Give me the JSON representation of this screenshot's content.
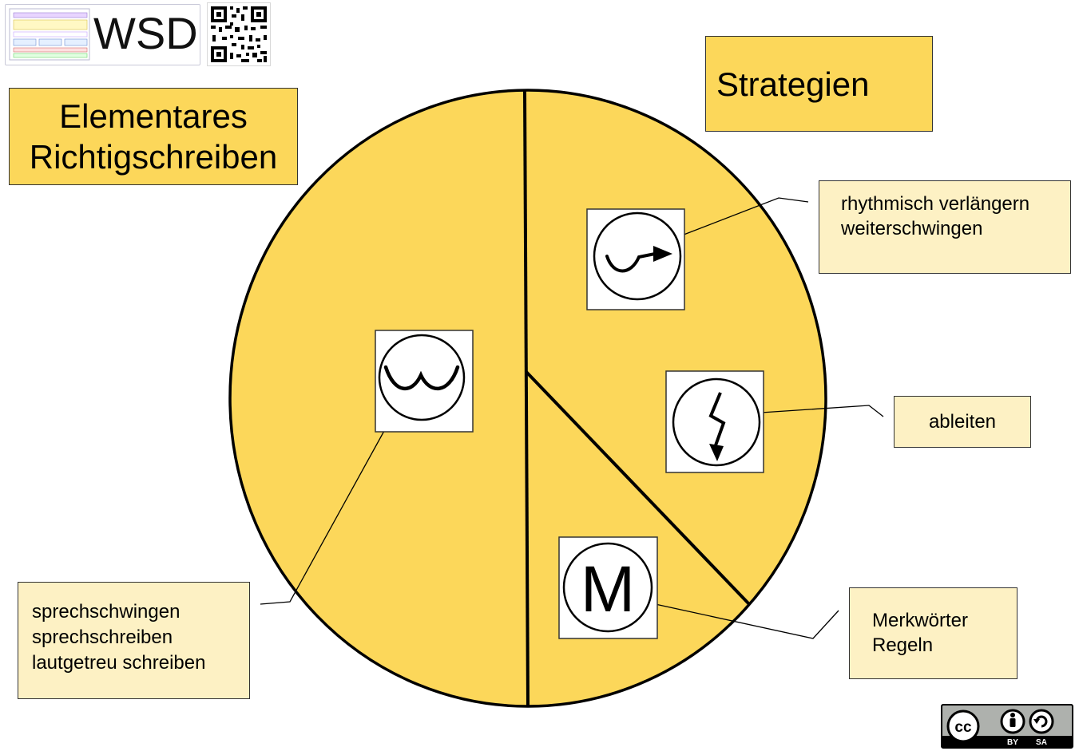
{
  "logo": {
    "text": "WSD"
  },
  "left_title": {
    "lines": [
      "Elementares",
      "Richtigschreiben"
    ]
  },
  "right_title": {
    "text": "Strategien"
  },
  "notes": {
    "rhythm": [
      "rhythmisch verlängern",
      "weiterschwingen"
    ],
    "derive": [
      "ableiten"
    ],
    "memo": [
      "Merkwörter",
      "Regeln"
    ],
    "speak": [
      "sprechschwingen",
      "sprechschreiben",
      "lautgetreu schreiben"
    ]
  },
  "icons": [
    {
      "name": "wave-icon",
      "meaning": "sprechschwingen"
    },
    {
      "name": "swing-arrow-icon",
      "meaning": "rhythmisch verlängern"
    },
    {
      "name": "lightning-arrow-icon",
      "meaning": "ableiten"
    },
    {
      "name": "m-letter-icon",
      "letter": "M"
    }
  ],
  "license": {
    "labels": [
      "BY",
      "SA"
    ],
    "badge": "cc"
  },
  "colors": {
    "pie_fill": "#fcd75a",
    "title_fill": "#fcd75a",
    "note_fill": "#fdf1c4",
    "stroke": "#000000"
  }
}
